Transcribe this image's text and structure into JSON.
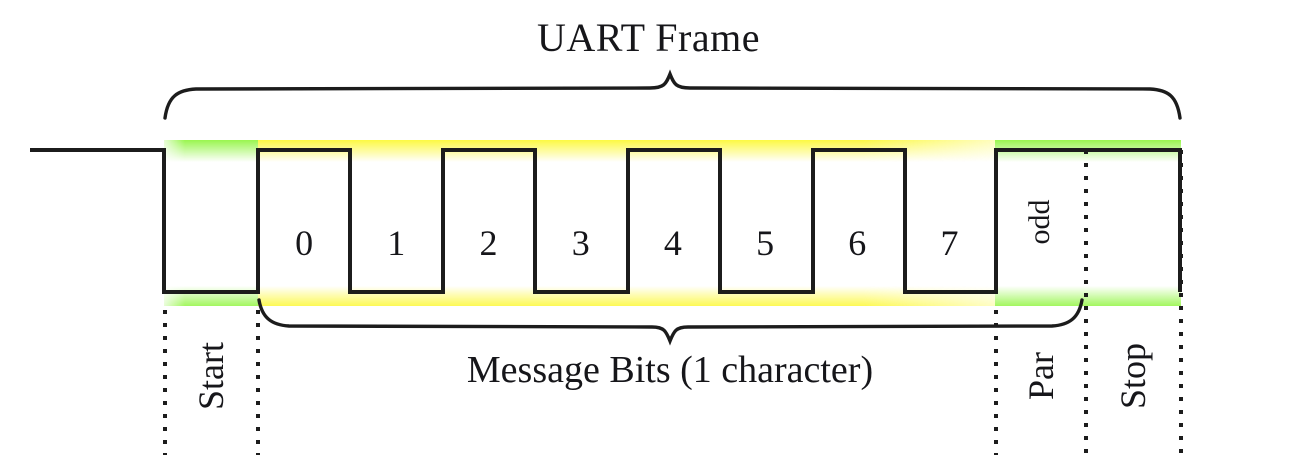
{
  "diagram": {
    "title": "UART Frame",
    "message_label": "Message Bits (1 character)",
    "parity_cell_label": "odd",
    "segments": {
      "start": "Start",
      "parity": "Par",
      "stop": "Stop"
    },
    "bit_labels": [
      "0",
      "1",
      "2",
      "3",
      "4",
      "5",
      "6",
      "7"
    ],
    "colors": {
      "start_fill": "#90f53f",
      "data_fill": "#fcf832",
      "parity_fill": "#90f53f",
      "stop_fill": "#90f53f",
      "line": "#1c1c1c",
      "background": "#ffffff"
    },
    "waveform": {
      "idle_level": "high",
      "start_level": "low",
      "data_levels": [
        "high",
        "low",
        "high",
        "low",
        "high",
        "low",
        "high",
        "low"
      ],
      "parity_level": "high",
      "stop_level": "high"
    }
  }
}
